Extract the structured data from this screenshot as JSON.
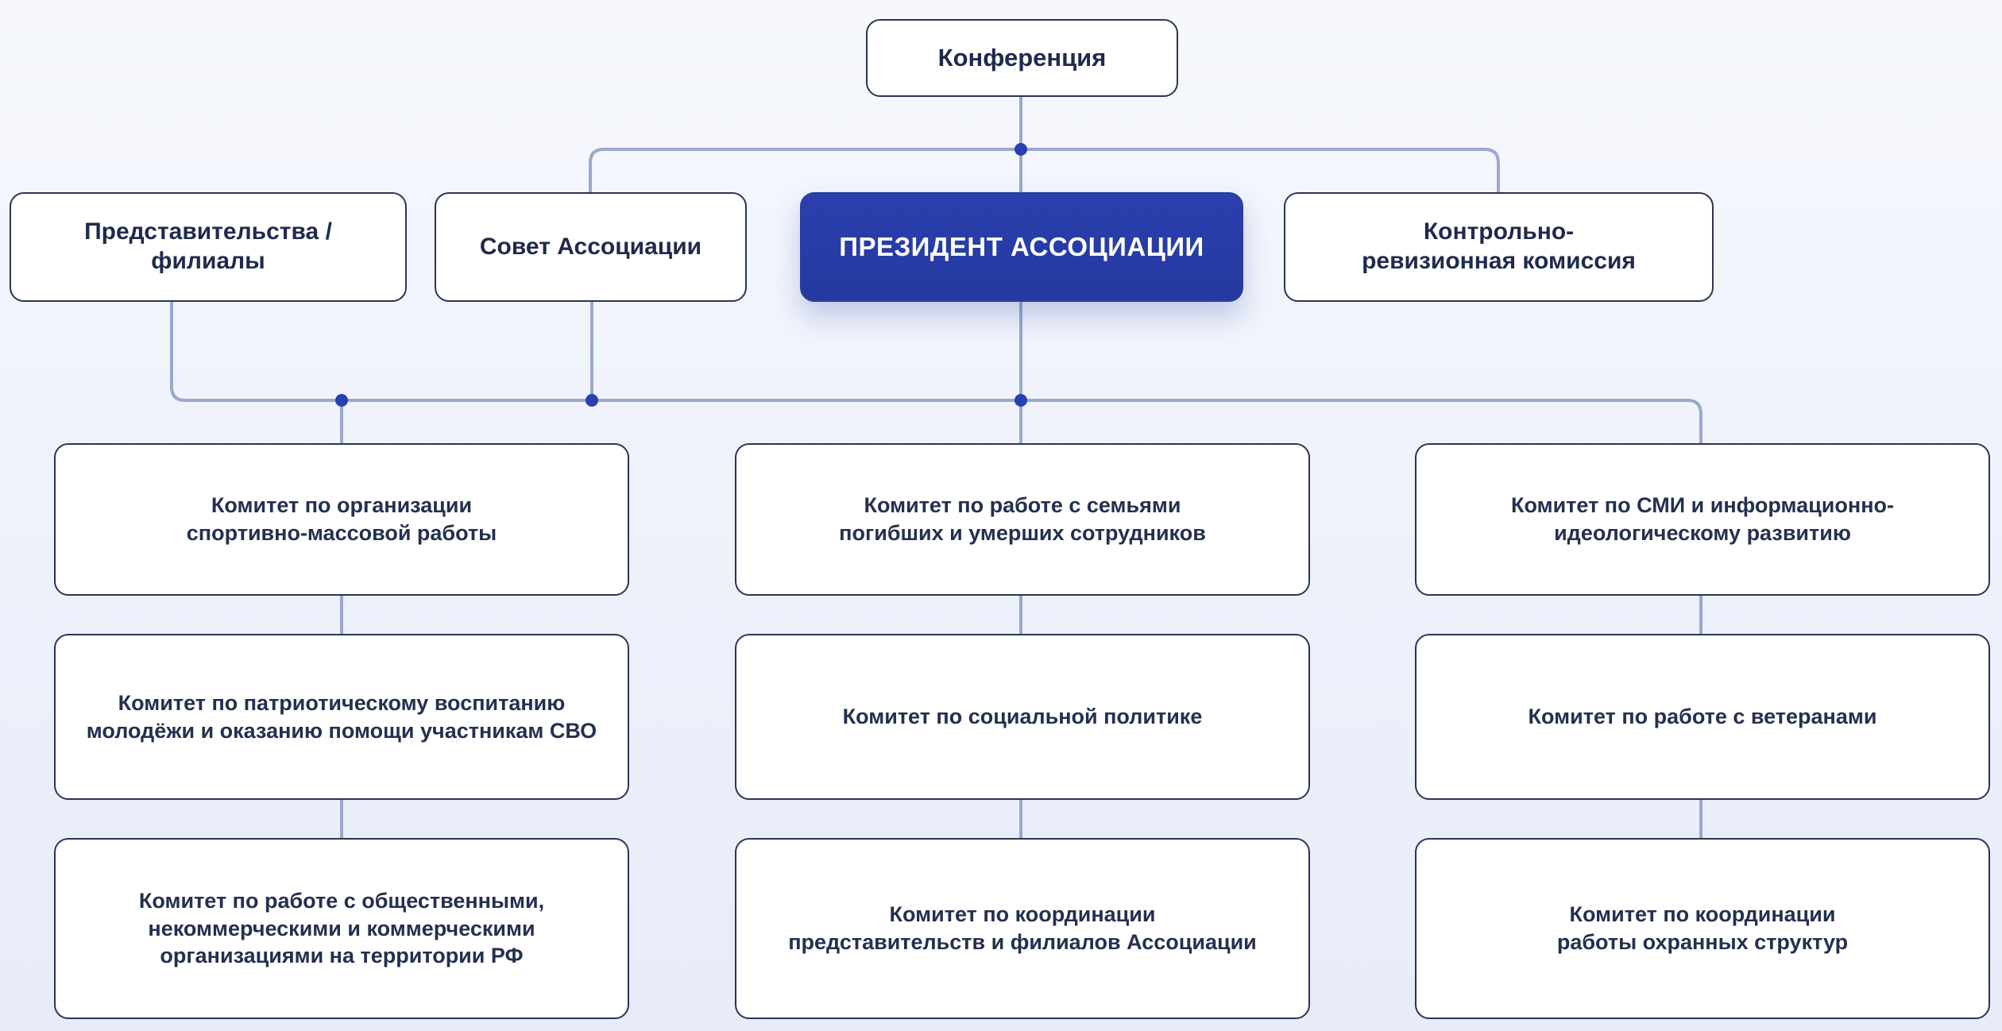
{
  "diagram": {
    "conference": "Конференция",
    "representatives": "Представительства / филиалы",
    "council": "Совет Ассоциации",
    "president": "ПРЕЗИДЕНТ АССОЦИАЦИИ",
    "audit": "Контрольно-\nревизионная комиссия",
    "committees": [
      "Комитет по организации\nспортивно-массовой работы",
      "Комитет по работе с семьями\nпогибших и умерших сотрудников",
      "Комитет по СМИ и информационно-\nидеологическому развитию",
      "Комитет по патриотическому воспитанию\nмолодёжи и оказанию помощи участникам СВО",
      "Комитет по социальной политике",
      "Комитет по работе с ветеранами",
      "Комитет по работе с общественными,\nнекоммерческими и коммерческими\nорганизациями на территории РФ",
      "Комитет по координации\nпредставительств и филиалов Ассоциации",
      "Комитет по координации\nработы охранных структур"
    ]
  }
}
